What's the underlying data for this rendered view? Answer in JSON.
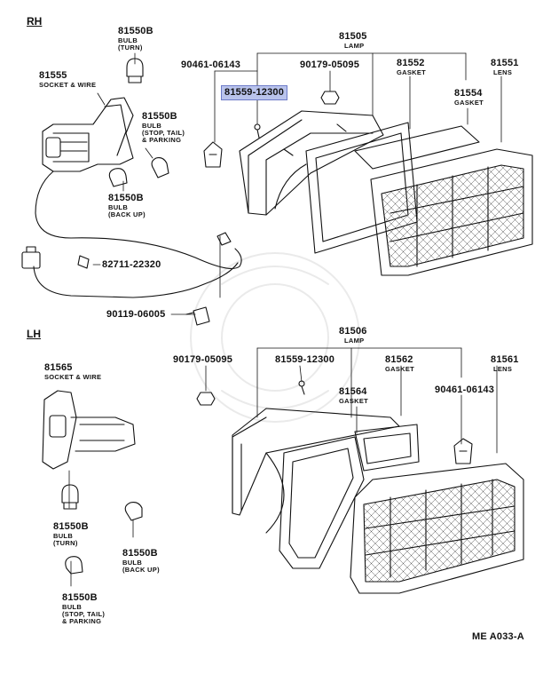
{
  "rh": {
    "section": "RH",
    "parts": {
      "bulb_turn": {
        "pn": "81550B",
        "desc": "BULB\n(TURN)"
      },
      "socket_wire": {
        "pn": "81555",
        "desc": "SOCKET & WIRE"
      },
      "bulb_stop": {
        "pn": "81550B",
        "desc": "BULB\n(STOP, TAIL)\n& PARKING"
      },
      "bulb_back": {
        "pn": "81550B",
        "desc": "BULB\n(BACK UP)"
      },
      "screw": {
        "pn": "90461-06143"
      },
      "highlight": {
        "pn": "81559-12300"
      },
      "nut": {
        "pn": "90179-05095"
      },
      "lamp": {
        "pn": "81505",
        "desc": "LAMP"
      },
      "gasket": {
        "pn": "81552",
        "desc": "GASKET"
      },
      "lens": {
        "pn": "81551",
        "desc": "LENS"
      },
      "gasket2": {
        "pn": "81554",
        "desc": "GASKET"
      },
      "clip": {
        "pn": "82711-22320"
      },
      "grommet": {
        "pn": "90119-06005"
      }
    }
  },
  "lh": {
    "section": "LH",
    "parts": {
      "socket_wire": {
        "pn": "81565",
        "desc": "SOCKET & WIRE"
      },
      "nut": {
        "pn": "90179-05095"
      },
      "screw": {
        "pn": "81559-12300"
      },
      "lamp": {
        "pn": "81506",
        "desc": "LAMP"
      },
      "gasket": {
        "pn": "81564",
        "desc": "GASKET"
      },
      "gasket2": {
        "pn": "81562",
        "desc": "GASKET"
      },
      "lens": {
        "pn": "81561",
        "desc": "LENS"
      },
      "clip": {
        "pn": "90461-06143"
      },
      "bulb_turn": {
        "pn": "81550B",
        "desc": "BULB\n(TURN)"
      },
      "bulb_back": {
        "pn": "81550B",
        "desc": "BULB\n(BACK UP)"
      },
      "bulb_stop": {
        "pn": "81550B",
        "desc": "BULB\n(STOP, TAIL)\n& PARKING"
      }
    }
  },
  "figure_code": "ME A033-A",
  "colors": {
    "ink": "#111111",
    "highlight_fill": "#b9c3ec",
    "highlight_border": "#6d7bc8"
  }
}
